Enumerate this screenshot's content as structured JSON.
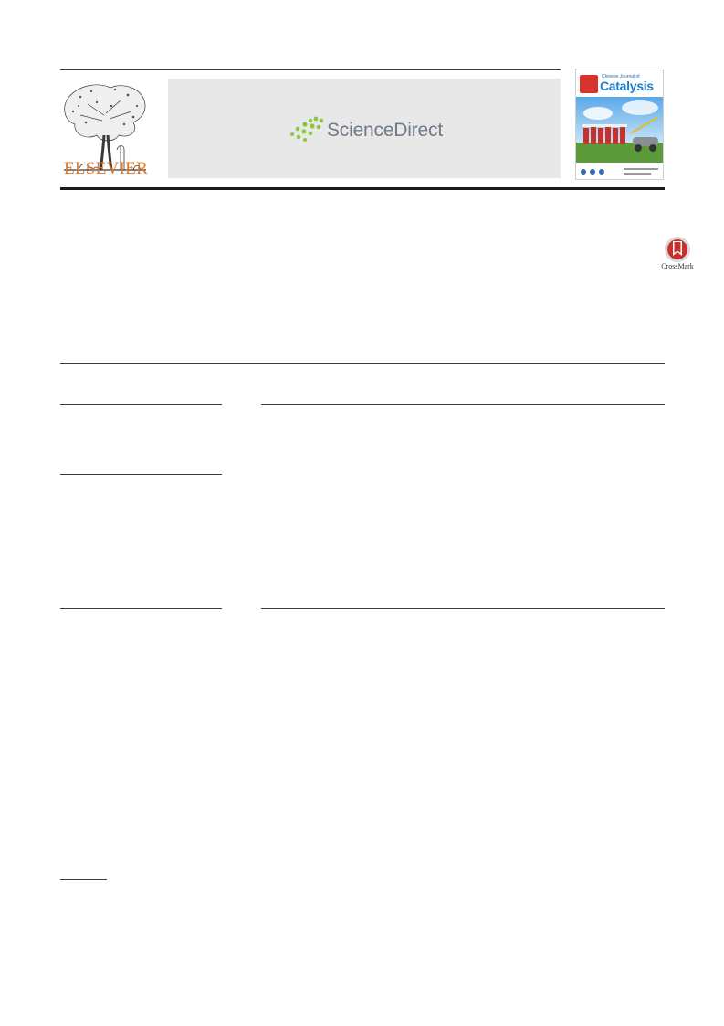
{
  "header": {
    "publisher_name": "ELSEVIER",
    "platform_name": "ScienceDirect",
    "journal_cover": {
      "journal_title_small": "Chinese Journal of",
      "journal_title": "Catalysis"
    },
    "crossmark_label": "CrossMark"
  },
  "colors": {
    "publisher_orange": "#e07a2a",
    "sciencedirect_green": "#8cc63f",
    "sciencedirect_gray": "#6f7a86",
    "band_gray": "#e8e8e8",
    "crossmark_red": "#c8302c"
  },
  "icons": {
    "publisher_logo": "elsevier-tree-icon",
    "platform_logo": "sciencedirect-dots-icon",
    "crossmark": "crossmark-icon"
  }
}
